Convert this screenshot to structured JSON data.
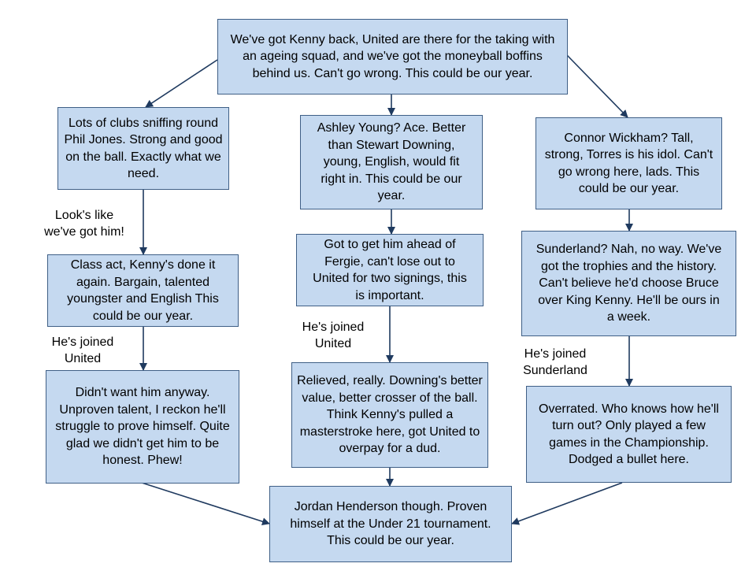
{
  "boxes": {
    "top": "We've got Kenny back, United are there for the taking with an ageing squad, and we've got the moneyball boffins behind us.  Can't go wrong.  This could be our year.",
    "jones_1": "Lots of clubs sniffing round Phil Jones.  Strong and good on the ball.  Exactly what we need.",
    "jones_2": "Class act, Kenny's done it again.  Bargain, talented youngster and English This could be our year.",
    "jones_3": "Didn't want him anyway.  Unproven talent, I reckon he'll struggle to prove himself.  Quite glad we didn't get him to be honest.  Phew!",
    "young_1": "Ashley Young?  Ace.  Better than Stewart Downing, young, English, would fit right in.  This could be our year.",
    "young_2": "Got to get him ahead of Fergie, can't lose out to United for two signings, this is important.",
    "young_3": "Relieved, really.  Downing's better value, better crosser of the ball.  Think Kenny's pulled a masterstroke here, got United to overpay for a dud.",
    "wickham_1": "Connor Wickham?  Tall, strong, Torres is his idol.  Can't go wrong here, lads.  This could be our year.",
    "wickham_2": "Sunderland?  Nah, no way.  We've got the trophies and the history.  Can't believe he'd choose Bruce over King Kenny.  He'll be ours in a week.",
    "wickham_3": "Overrated.  Who knows how he'll turn out?  Only played a few games in the Championship.  Dodged a bullet here.",
    "bottom": "Jordan Henderson though.  Proven himself at the Under 21 tournament.  This could be our year."
  },
  "labels": {
    "got_him": "Look's like\nwe've got him!",
    "joined_united_left": "He's joined\nUnited",
    "joined_united_mid": "He's joined\nUnited",
    "joined_sunderland": "He's joined\nSunderland"
  },
  "colors": {
    "box_fill": "#c5d9f0",
    "box_border": "#3f5f86",
    "arrow": "#1f3a5f"
  }
}
